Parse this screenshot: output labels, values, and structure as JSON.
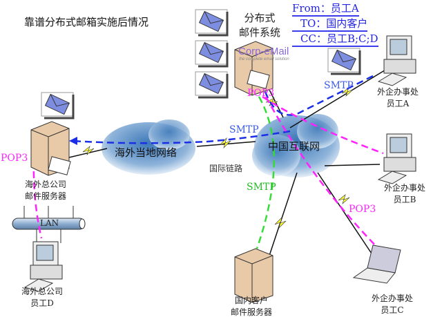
{
  "title": "靠谱分布式邮箱实施后情况",
  "system_label": [
    "分布式",
    "邮件系统"
  ],
  "logo": {
    "text": "Corp-eMail",
    "tagline": "the complete email solution"
  },
  "mail_header": {
    "from": "From：员工A",
    "to": "TO：国内客户",
    "cc": "CC：员工B;C;D"
  },
  "clouds": {
    "china": "中国互联网",
    "overseas": "海外当地网络"
  },
  "link_label": "国际链路",
  "lan_label": "LAN",
  "nodes": {
    "employee_a": [
      "外企办事处",
      "员工A"
    ],
    "employee_b": [
      "外企办事处",
      "员工B"
    ],
    "employee_c": [
      "外企办事处",
      "员工C"
    ],
    "employee_d": [
      "海外总公司",
      "员工D"
    ],
    "overseas_server": [
      "海外总公司",
      "邮件服务器"
    ],
    "domestic_server": [
      "国内客户",
      "邮件服务器"
    ]
  },
  "protocols": {
    "smtp_a": "SMTP",
    "smtp_overseas": "SMTP",
    "smtp_domestic": "SMTP",
    "pop3_top": "POP3",
    "pop3_overseas": "POP3",
    "pop3_c": "POP3"
  },
  "colors": {
    "smtp_blue": "#1a2ee8",
    "smtp_green": "#33dd33",
    "pop3_magenta": "#ff22ff",
    "header_blue": "#2323e6",
    "lightning": "#ffff33"
  }
}
